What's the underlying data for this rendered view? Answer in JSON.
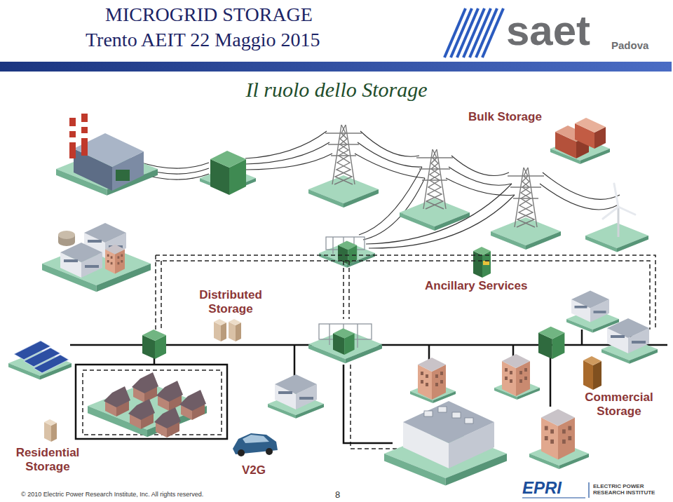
{
  "diagram": {
    "title": "Il ruolo dello Storage",
    "labels": [
      "MICROGRID STORAGE",
      "Trento AEIT 22 Maggio 2015",
      "saet",
      "Padova",
      "Bulk Storage",
      "Ancillary Services",
      "Distributed Storage",
      "Commercial Storage",
      "Residential Storage",
      "V2G",
      "© 2010 Electric Power Research Institute, Inc. All rights reserved.",
      "8",
      "EPRI",
      "ELECTRIC POWER RESEARCH INSTITUTE"
    ]
  }
}
